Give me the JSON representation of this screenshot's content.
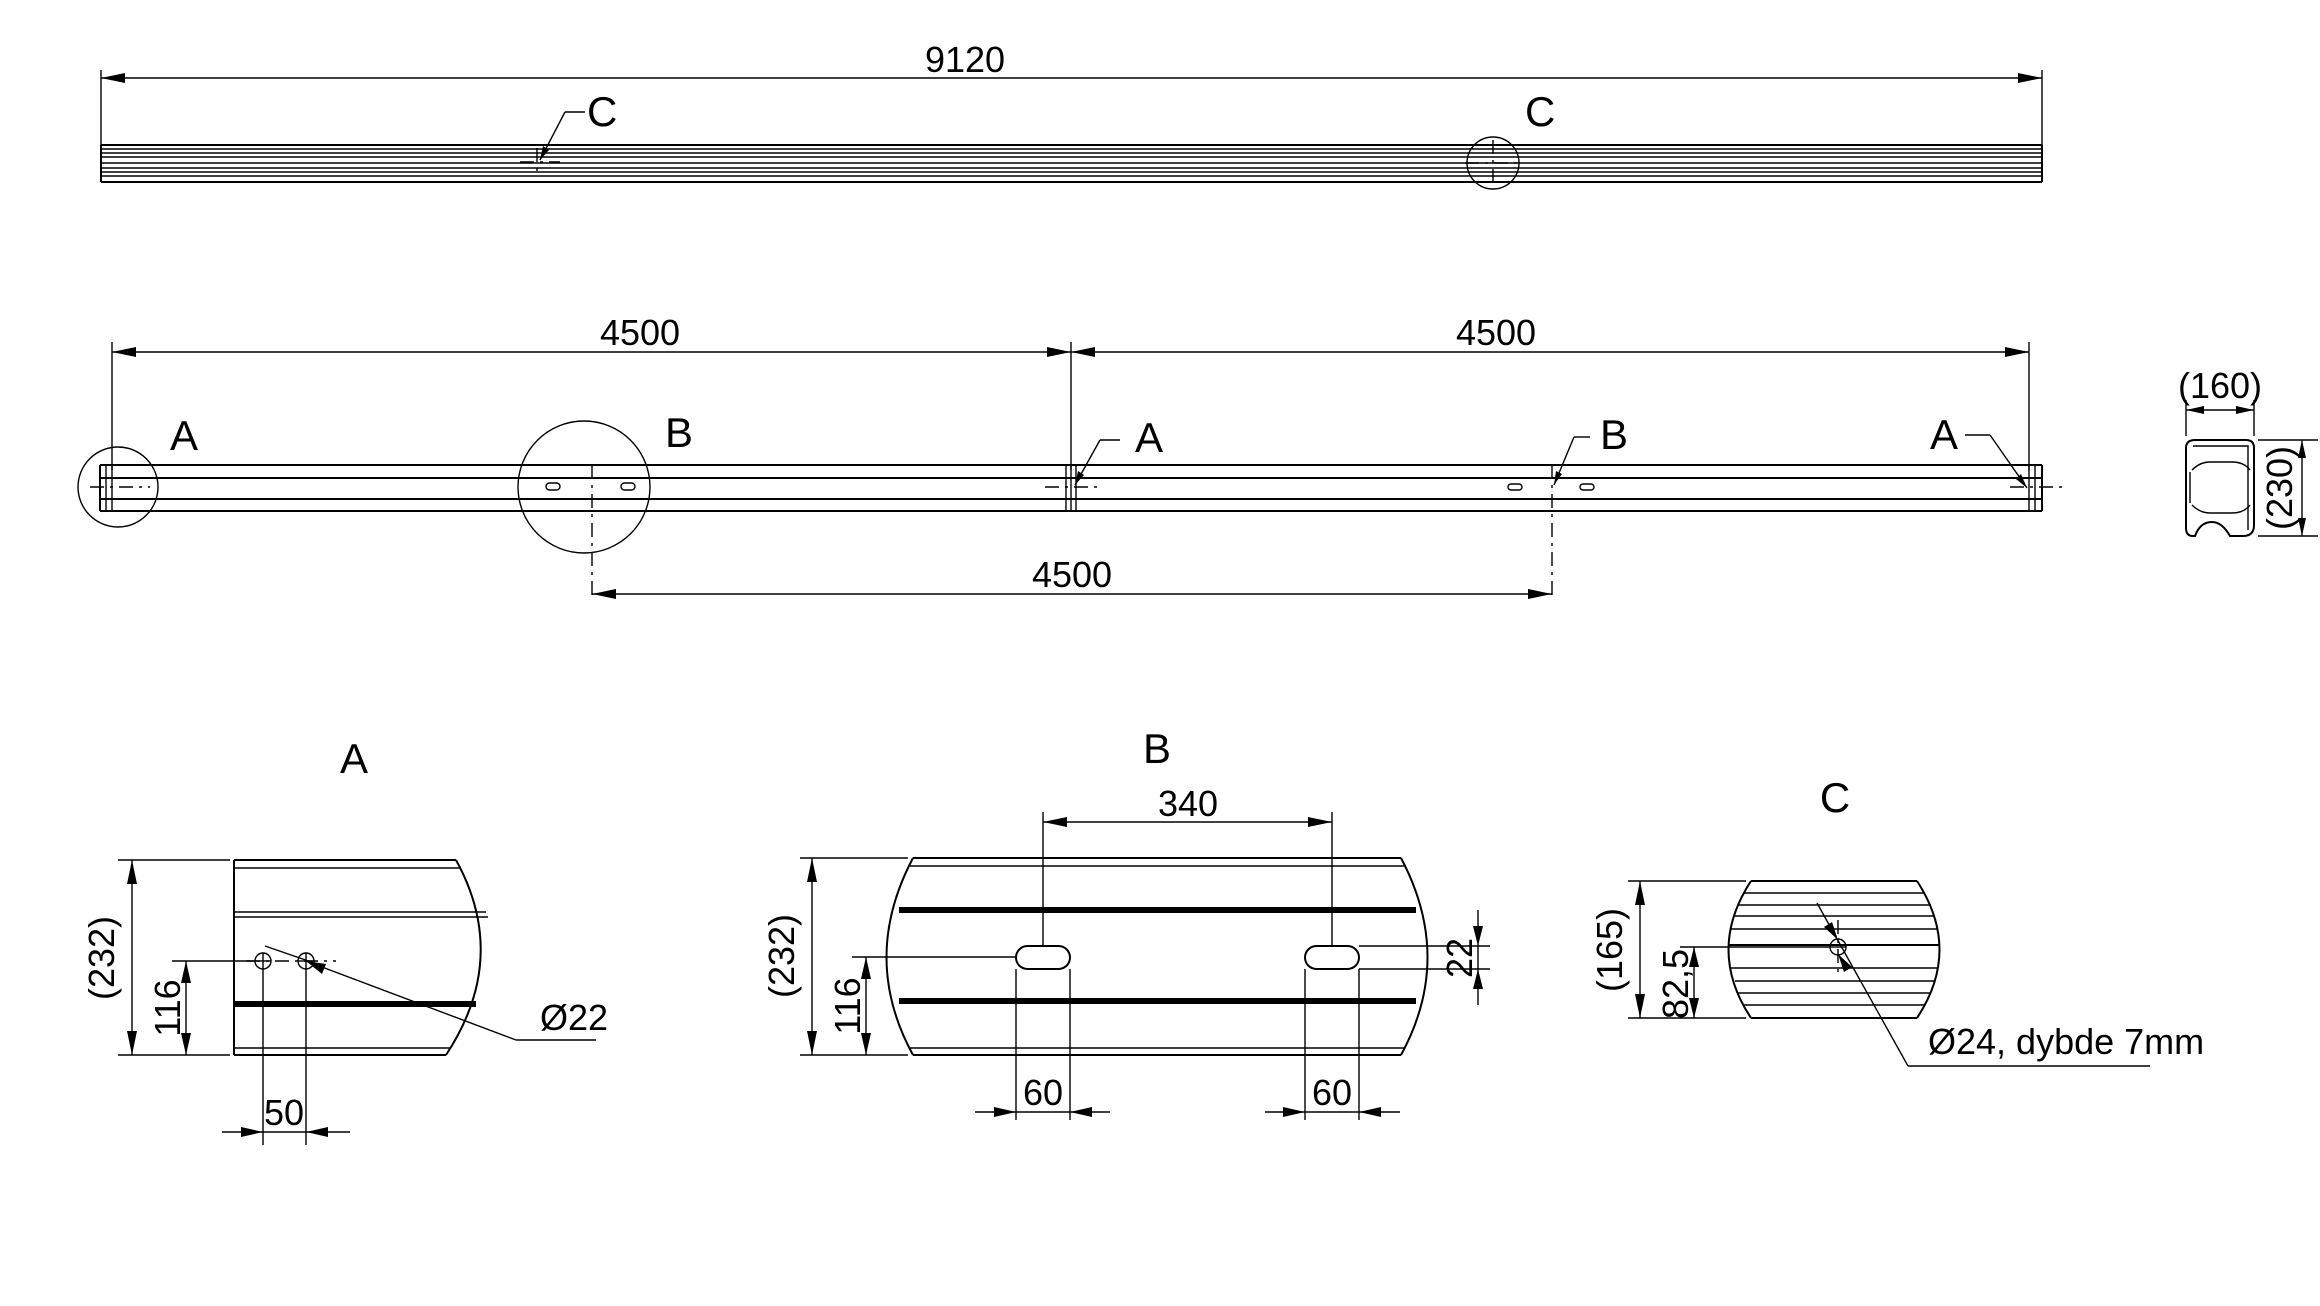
{
  "overall": {
    "length": "9120",
    "marker_c_left": "C",
    "marker_c_right": "C"
  },
  "side": {
    "dim_left": "4500",
    "dim_right": "4500",
    "dim_bottom": "4500",
    "markers": {
      "a1": "A",
      "b1": "B",
      "a2": "A",
      "b2": "B",
      "a3": "A"
    }
  },
  "section": {
    "width": "(160)",
    "height": "(230)"
  },
  "detail_a": {
    "title": "A",
    "height": "(232)",
    "offset": "116",
    "spacing": "50",
    "hole": "Ø22"
  },
  "detail_b": {
    "title": "B",
    "height": "(232)",
    "offset": "116",
    "spacing": "340",
    "slot_height": "22",
    "slot_left": "60",
    "slot_right": "60"
  },
  "detail_c": {
    "title": "C",
    "height": "(165)",
    "offset": "82,5",
    "hole": "Ø24, dybde 7mm"
  }
}
